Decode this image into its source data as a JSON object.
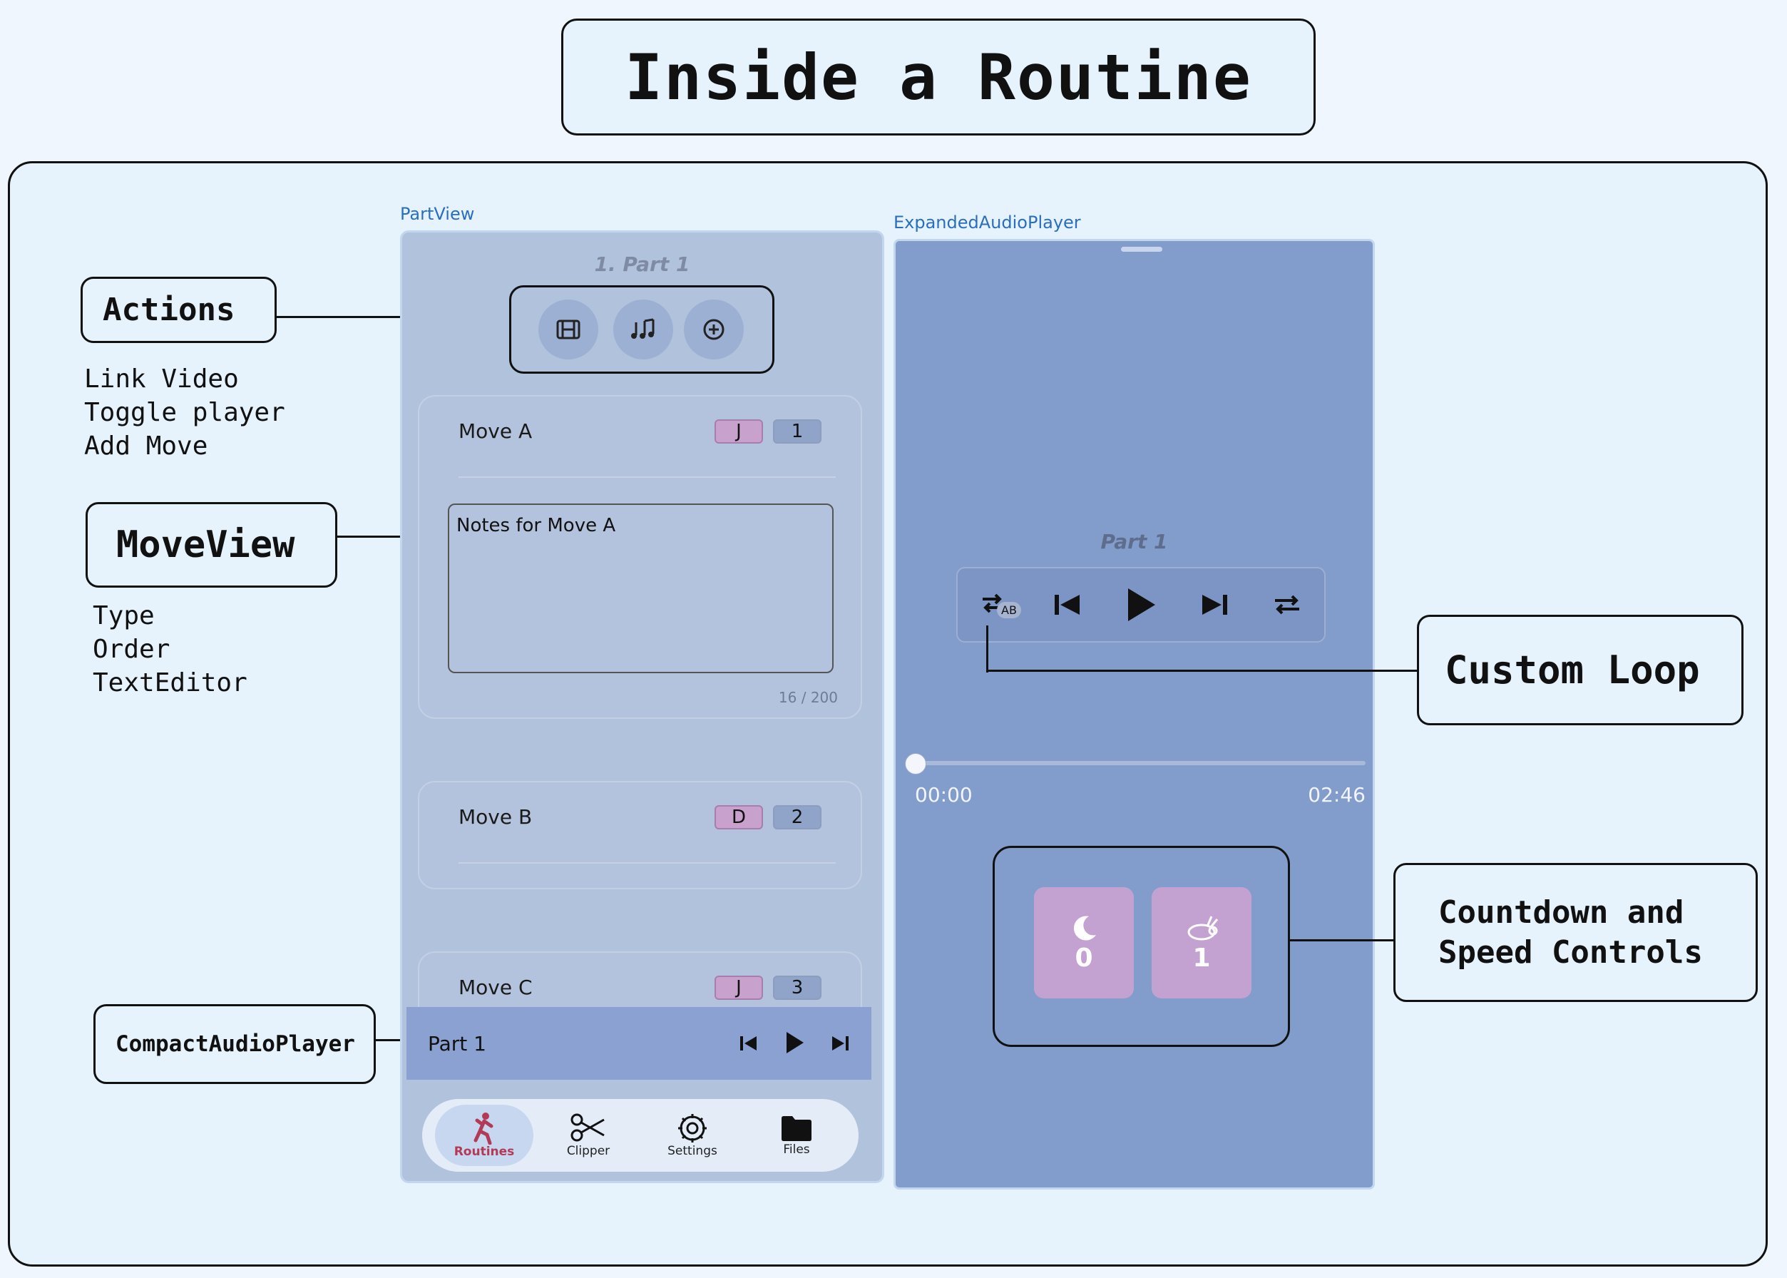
{
  "title": "Inside a Routine",
  "labels": {
    "actions": "Actions",
    "actions_notes": [
      "Link Video",
      "Toggle player",
      "Add Move"
    ],
    "moveview": "MoveView",
    "moveview_notes": [
      "Type",
      "Order",
      "TextEditor"
    ],
    "compact": "CompactAudioPlayer",
    "custom_loop": "Custom Loop",
    "countdown": [
      "Countdown and",
      "Speed Controls"
    ]
  },
  "part_view": {
    "caption": "PartView",
    "title": "1. Part 1",
    "moves": [
      {
        "name": "Move A",
        "type": "J",
        "order": "1",
        "notes": "Notes for Move A",
        "counter": "16 / 200"
      },
      {
        "name": "Move B",
        "type": "D",
        "order": "2"
      },
      {
        "name": "Move C",
        "type": "J",
        "order": "3"
      }
    ],
    "compact_player": {
      "title": "Part 1"
    },
    "tabs": [
      "Routines",
      "Clipper",
      "Settings",
      "Files"
    ]
  },
  "expanded_player": {
    "caption": "ExpandedAudioPlayer",
    "title": "Part 1",
    "ab_badge": "AB",
    "time_start": "00:00",
    "time_end": "02:46",
    "progress": 0,
    "countdown_value": "0",
    "speed_value": "1"
  },
  "colors": {
    "accent": "#b23a56",
    "player_bg": "#829ccb",
    "speed_tile": "#c3a2d2"
  }
}
